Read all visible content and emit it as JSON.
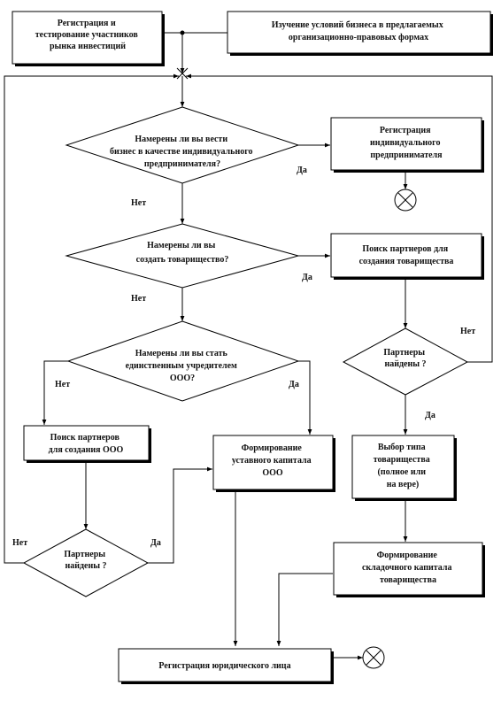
{
  "nodes": {
    "reg_testing": [
      "Регистрация и",
      "тестирование участников",
      "рынка инвестиций"
    ],
    "study_conditions": [
      "Изучение условий бизнеса в предлагаемых",
      "организационно-правовых формах"
    ],
    "q_individual": [
      "Намерены ли вы вести",
      "бизнес в качестве индивидуального",
      "предпринимателя?"
    ],
    "reg_individual": [
      "Регистрация",
      "индивидуального",
      "предпринимателя"
    ],
    "q_partnership": [
      "Намерены ли вы",
      "создать товарищество?"
    ],
    "search_partnership": [
      "Поиск партнеров для",
      "создания товарищества"
    ],
    "q_sole_founder": [
      "Намерены ли вы стать",
      "единственным учредителем",
      "ООО?"
    ],
    "partners_found_right": [
      "Партнеры",
      "найдены ?"
    ],
    "search_ooo": [
      "Поиск партнеров",
      "для создания ООО"
    ],
    "form_capital_ooo": [
      "Формирование",
      "уставного капитала",
      "ООО"
    ],
    "choose_type": [
      "Выбор типа",
      "товарищества",
      "(полное или",
      "на вере)"
    ],
    "partners_found_left": [
      "Партнеры",
      "найдены ?"
    ],
    "form_capital_partnership": [
      "Формирование",
      "складочного капитала",
      "товарищества"
    ],
    "reg_legal": [
      "Регистрация юридического лица"
    ]
  },
  "labels": {
    "yes": "Да",
    "no": "Нет"
  }
}
